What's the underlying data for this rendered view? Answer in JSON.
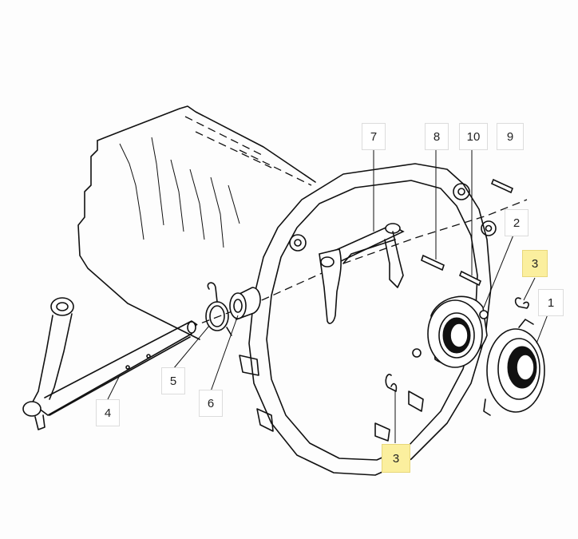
{
  "callouts": [
    {
      "id": "c7",
      "label": "7",
      "highlight": false
    },
    {
      "id": "c8",
      "label": "8",
      "highlight": false
    },
    {
      "id": "c10",
      "label": "10",
      "highlight": false
    },
    {
      "id": "c9",
      "label": "9",
      "highlight": false
    },
    {
      "id": "c2",
      "label": "2",
      "highlight": false
    },
    {
      "id": "c3a",
      "label": "3",
      "highlight": true
    },
    {
      "id": "c1",
      "label": "1",
      "highlight": false
    },
    {
      "id": "c5",
      "label": "5",
      "highlight": false
    },
    {
      "id": "c6",
      "label": "6",
      "highlight": false
    },
    {
      "id": "c4",
      "label": "4",
      "highlight": false
    },
    {
      "id": "c3b",
      "label": "3",
      "highlight": true
    }
  ],
  "colors": {
    "highlight": "#fbef9e",
    "line": "#111111",
    "background": "#fdfdfd"
  }
}
